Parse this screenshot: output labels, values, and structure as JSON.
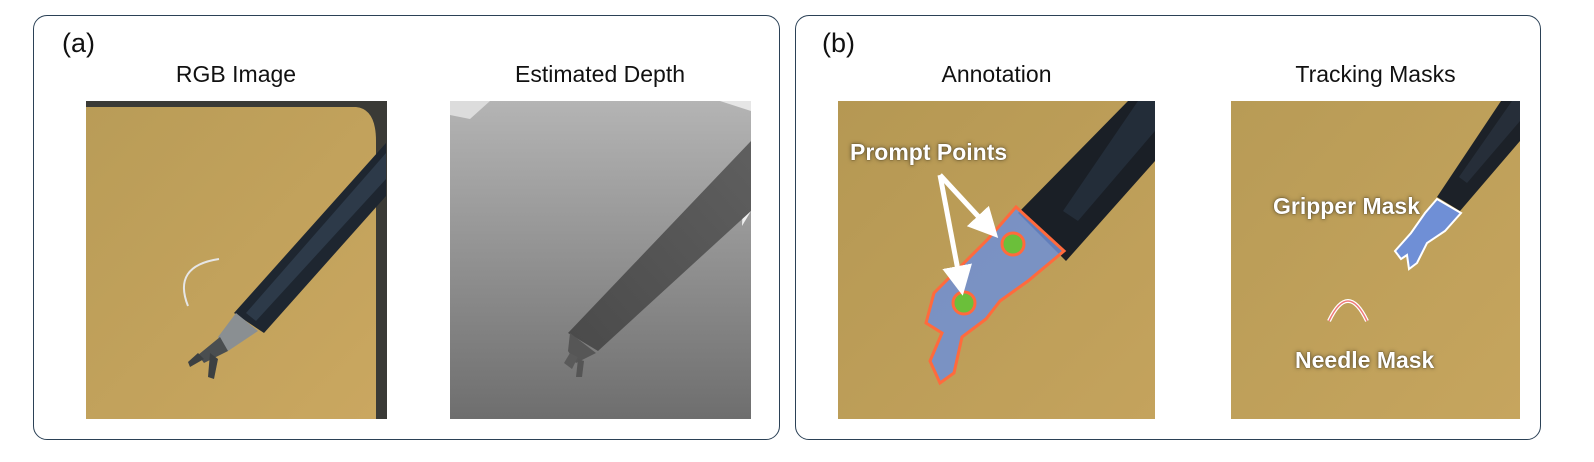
{
  "panel_a": {
    "label": "(a)",
    "rgb_title": "RGB Image",
    "depth_title": "Estimated Depth"
  },
  "panel_b": {
    "label": "(b)",
    "annotation_title": "Annotation",
    "tracking_title": "Tracking Masks",
    "prompt_points_label": "Prompt Points",
    "gripper_mask_label": "Gripper Mask",
    "needle_mask_label": "Needle Mask"
  },
  "colors": {
    "panel_border": "#2b4156",
    "pad_tan": "#b79a55",
    "mask_blue": "#6f8fd6",
    "mask_outline": "#ff6a3d",
    "prompt_point": "#6bbf3a"
  }
}
